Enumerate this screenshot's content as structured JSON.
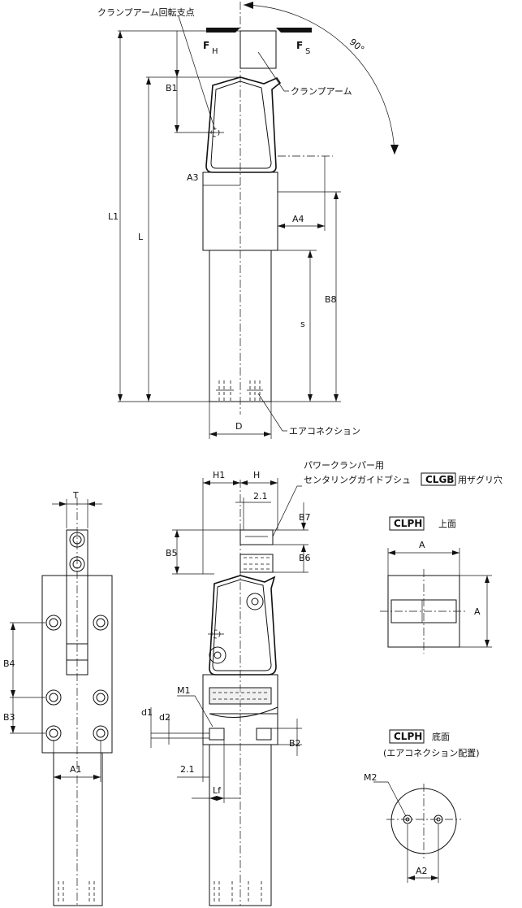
{
  "labels": {
    "pivot": "クランプアーム回転支点",
    "arm": "クランプアーム",
    "air": "エアコネクション",
    "angle": "90°",
    "FH_main": "F",
    "FH_sub": "H",
    "FS_main": "F",
    "FS_sub": "S",
    "bushing_line1": "パワークランパー用",
    "bushing_line2a": "センタリングガイドブシュ",
    "bushing_code": "CLGB",
    "bushing_line2b": "用ザグリ穴",
    "top_code": "CLPH",
    "top_view": "上面",
    "bottom_code": "CLPH",
    "bottom_view": "底面",
    "bottom_note": "(エアコネクション配置)"
  },
  "dims": {
    "L1": "L1",
    "L": "L",
    "B1": "B1",
    "A3": "A3",
    "A4": "A4",
    "B8": "B8",
    "s": "s",
    "D": "D",
    "T": "T",
    "B4": "B4",
    "B3": "B3",
    "A1": "A1",
    "H1": "H1",
    "H": "H",
    "v21a": "2.1",
    "B7": "B7",
    "B5": "B5",
    "B6": "B6",
    "M1": "M1",
    "d1": "d1",
    "d2": "d2",
    "B2": "B2",
    "v21b": "2.1",
    "Lf": "Lf",
    "A": "A",
    "A_side": "A",
    "M2": "M2",
    "A2": "A2"
  }
}
